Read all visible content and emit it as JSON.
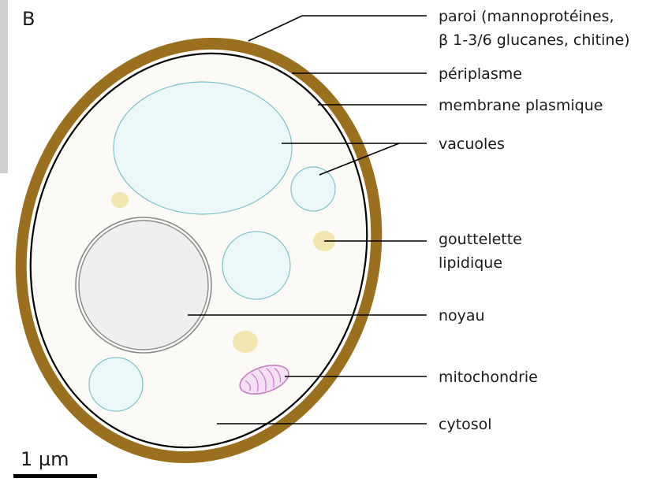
{
  "panel_letter": "B",
  "scale_bar": {
    "label": "1 µm"
  },
  "labels": {
    "wall_line1": "paroi (mannoprotéines,",
    "wall_line2": "β 1-3/6 glucanes, chitine)",
    "periplasm": "périplasme",
    "plasma_membrane": "membrane plasmique",
    "vacuoles": "vacuoles",
    "lipid_line1": "gouttelette",
    "lipid_line2": "lipidique",
    "nucleus": "noyau",
    "mitochondrion": "mitochondrie",
    "cytosol": "cytosol"
  },
  "colors": {
    "cell_wall": "#9a6f1e",
    "cytosol": "#fbfaf6",
    "vacuole_fill": "#eaf8fa",
    "vacuole_stroke": "#7cc3c9",
    "lipid": "#f2e6b0",
    "nucleus_fill": "#efefef",
    "nucleus_stroke": "#8a8a8a",
    "mito_fill": "#f5dff5",
    "mito_stroke": "#c67ac6"
  }
}
